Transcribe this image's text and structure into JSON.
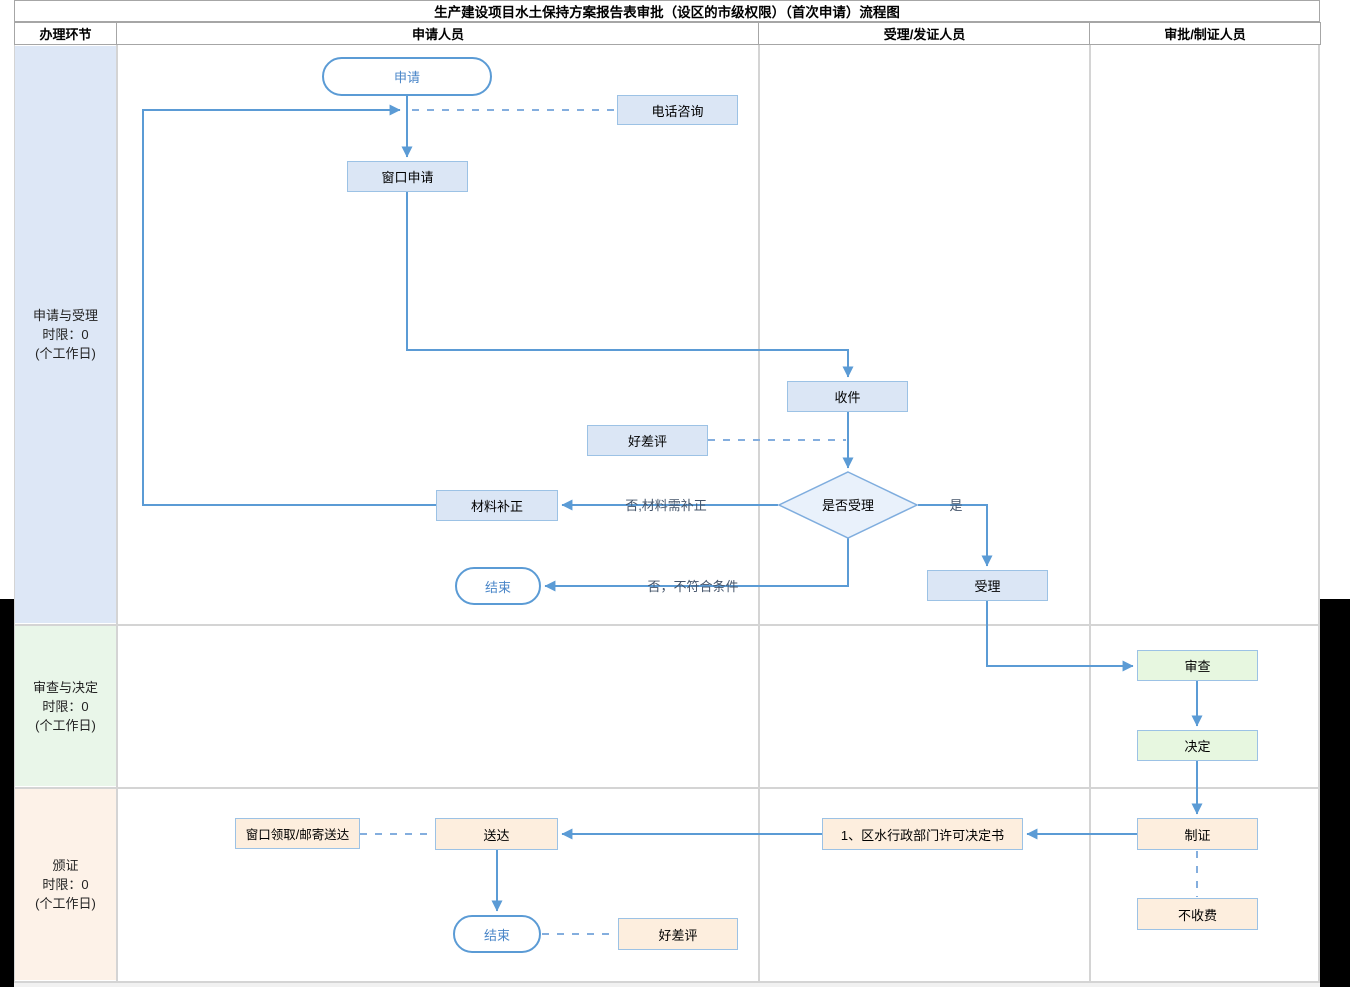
{
  "title": "生产建设项目水土保持方案报告表审批（设区的市级权限）（首次申请）流程图",
  "columns": [
    "办理环节",
    "申请人员",
    "受理/发证人员",
    "审批/制证人员"
  ],
  "lanes": [
    {
      "name": "申请与受理",
      "limit": "时限：0",
      "unit": "(个工作日)",
      "color": "#dde7f6"
    },
    {
      "name": "审查与决定",
      "limit": "时限：0",
      "unit": "(个工作日)",
      "color": "#e9f6e9"
    },
    {
      "name": "颁证",
      "limit": "时限：0",
      "unit": "(个工作日)",
      "color": "#fdf2e8"
    }
  ],
  "nodes": {
    "apply": "申请",
    "phone_consult": "电话咨询",
    "window_apply": "窗口申请",
    "receive": "收件",
    "rating": "好差评",
    "is_accept": "是否受理",
    "material_fix": "材料补正",
    "end": "结束",
    "accept": "受理",
    "review": "审查",
    "decide": "决定",
    "make_cert": "制证",
    "no_fee": "不收费",
    "decision_doc": "1、区水行政部门许可决定书",
    "deliver": "送达",
    "pickup": "窗口领取/邮寄送达"
  },
  "edge_labels": {
    "no_fix": "否,材料需补正",
    "no_reject": "否，不符合条件",
    "yes": "是"
  },
  "colors": {
    "line": "#5b9bd5",
    "dashed_line": "#84aede",
    "node_border": "#9cc2e5",
    "node_blue": "#dbe6f5",
    "node_green": "#e7f7e0",
    "node_orange": "#fdeede",
    "diamond_fill": "#e9f1fb",
    "diamond_border": "#7fadde",
    "edge_label_text": "#44546a",
    "pill_text": "#4a86c8"
  }
}
